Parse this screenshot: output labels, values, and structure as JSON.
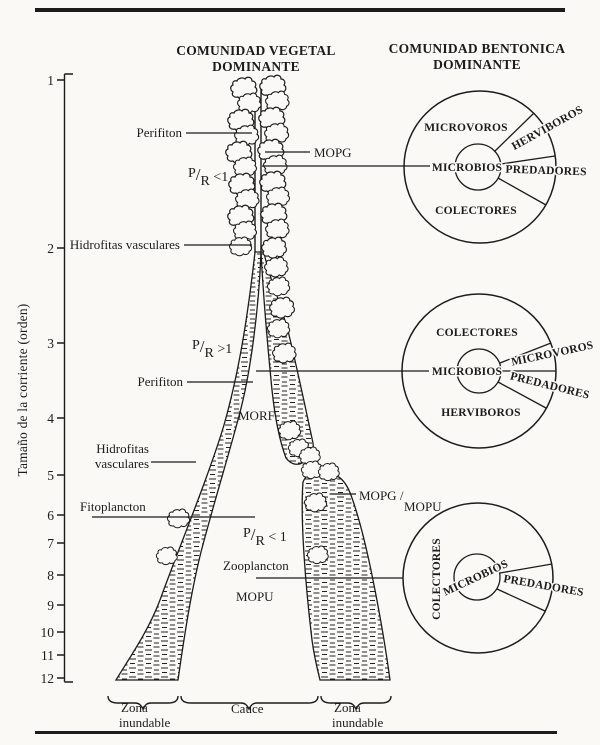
{
  "headers": {
    "vegetal_line1": "COMUNIDAD VEGETAL",
    "vegetal_line2": "DOMINANTE",
    "bentonica_line1": "COMUNIDAD BENTONICA",
    "bentonica_line2": "DOMINANTE"
  },
  "axis": {
    "label": "Tamaño de la corriente (orden)",
    "ticks": [
      "1",
      "2",
      "3",
      "4",
      "5",
      "6",
      "7",
      "8",
      "9",
      "10",
      "11",
      "12"
    ]
  },
  "labels": {
    "perifiton_upper": "Perifiton",
    "mopg": "MOPG",
    "hidrofitas_upper": "Hidrofitas vasculares",
    "perifiton_mid": "Perifiton",
    "morf": "MORF",
    "hidrofitas_lower1": "Hidrofitas",
    "hidrofitas_lower2": "vasculares",
    "fitoplancton": "Fitoplancton",
    "zooplancton": "Zooplancton",
    "mopu": "MOPU",
    "mopg_mopu1": "MOPG /",
    "mopg_mopu2": "MOPU"
  },
  "pr": {
    "upper": {
      "p": "P",
      "slash": "/",
      "r": "R",
      "rel": " <1"
    },
    "mid": {
      "p": "P",
      "slash": "/",
      "r": "R",
      "rel": " >1"
    },
    "lower": {
      "p": "P",
      "slash": "/",
      "r": "R",
      "rel": " < 1"
    }
  },
  "pies": [
    {
      "top": "MICROVOROS",
      "diagonal": "HERVIBOROS",
      "right": "PREDADORES",
      "bottom": "COLECTORES",
      "center": "MICROBIOS"
    },
    {
      "top": "COLECTORES",
      "diagonal": "MICROVOROS",
      "right": "PREDADORES",
      "bottom": "HERVIBOROS",
      "center": "MICROBIOS"
    },
    {
      "left": "COLECTORES",
      "right": "PREDADORES",
      "center": "MICROBIOS"
    }
  ],
  "zones": {
    "left1": "Zona",
    "left2": "inundable",
    "center": "Cauce",
    "right1": "Zona",
    "right2": "inundable"
  }
}
